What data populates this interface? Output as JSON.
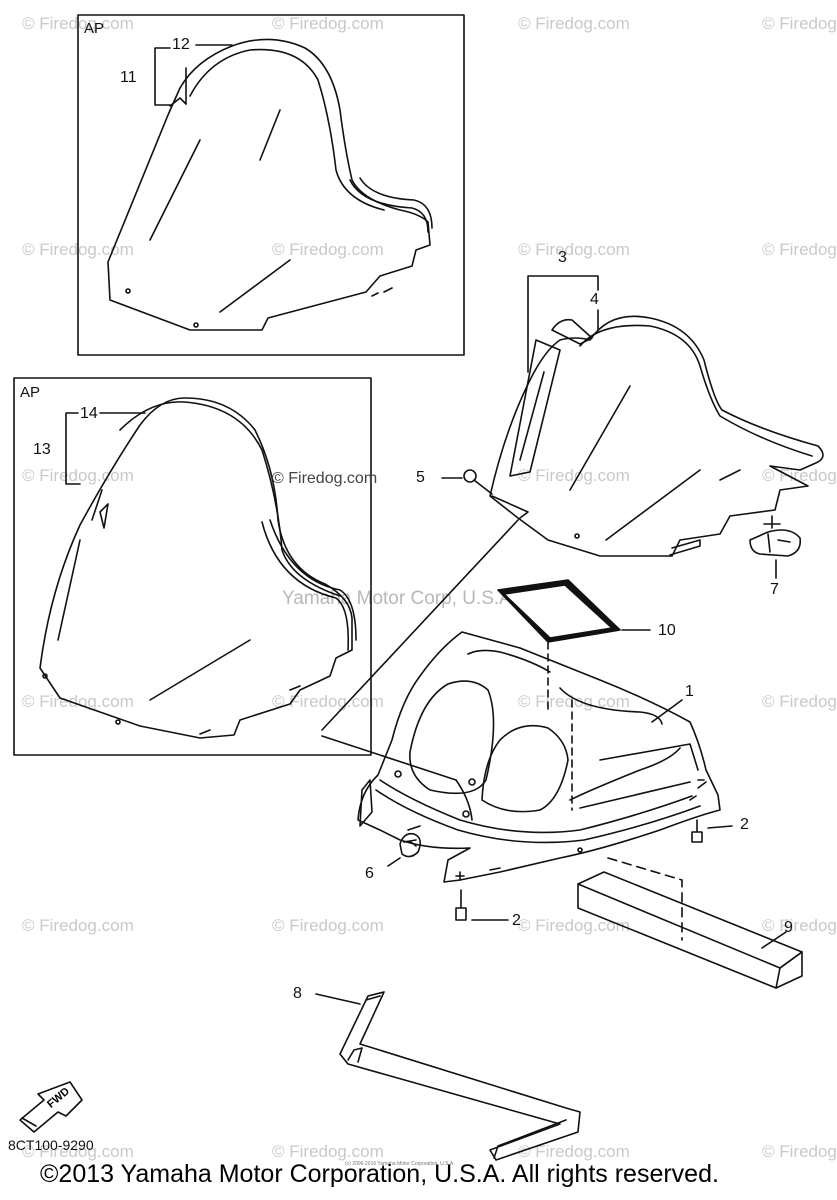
{
  "watermark": "© Firedog.com",
  "center_watermark": "Yamaha Motor Corp, U.S.A.",
  "inner_watermark": "© Firedog.com",
  "group_labels": {
    "ap_top": "AP",
    "ap_left": "AP"
  },
  "callouts": [
    "1",
    "2",
    "2",
    "3",
    "4",
    "5",
    "6",
    "7",
    "8",
    "9",
    "10",
    "11",
    "12",
    "13",
    "14"
  ],
  "fwd_label": "FWD",
  "part_code": "8CT100-9290",
  "tiny_notice": "(c) 2006-2016 Yamaha Motor Corporation, U.S.A.",
  "copyright": "©2013 Yamaha Motor Corporation, U.S.A. All rights reserved."
}
